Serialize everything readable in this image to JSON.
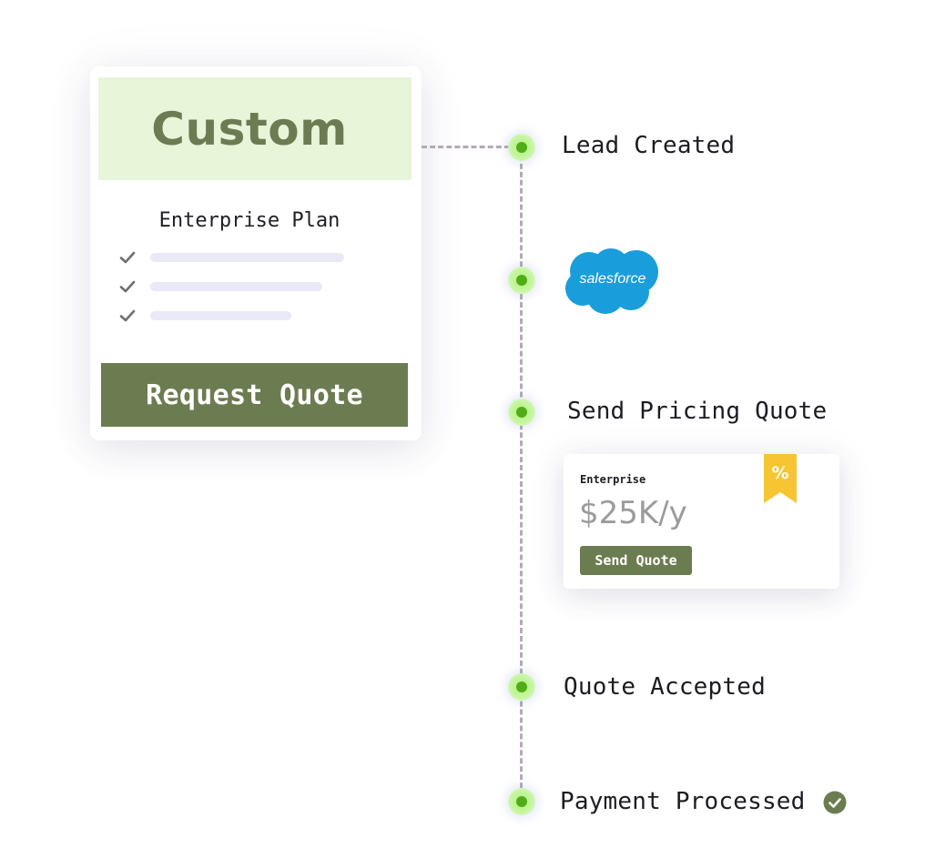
{
  "plan_card": {
    "header_title": "Custom",
    "plan_name": "Enterprise Plan",
    "features_count_note": "",
    "request_button_label": "Request Quote"
  },
  "timeline": {
    "steps": [
      {
        "label": "Lead Created"
      },
      {
        "label": ""
      },
      {
        "label": "Send Pricing Quote"
      },
      {
        "label": "Quote Accepted"
      },
      {
        "label": "Payment Processed"
      }
    ],
    "integration_logo": "salesforce"
  },
  "quote_card": {
    "tier": "Enterprise",
    "price": "$25K/y",
    "button_label": "Send Quote",
    "badge_symbol": "%"
  },
  "colors": {
    "brand_green": "#6c7c51",
    "header_green_bg": "#e7f5d9",
    "node_green": "#4fae16",
    "salesforce_blue": "#1a9ddb",
    "badge_yellow": "#f7c531",
    "check_done": "#6c7c51"
  },
  "icons": {
    "feature_check": "check-icon",
    "done": "check-circle-icon",
    "badge": "percent-ribbon-icon"
  }
}
